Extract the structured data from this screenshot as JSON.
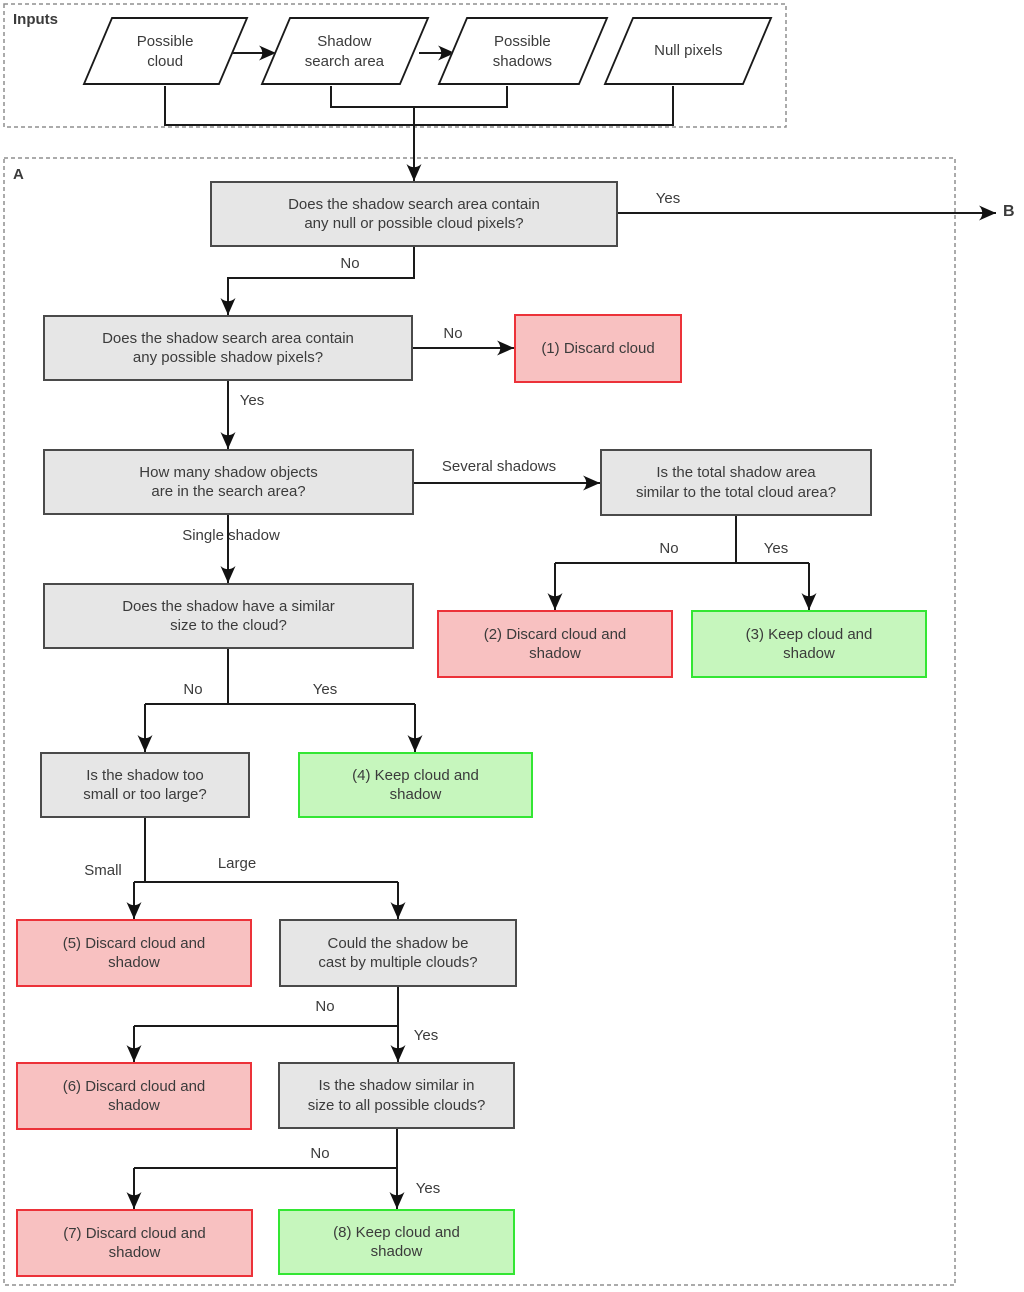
{
  "colors": {
    "decision_fill": "#e6e6e6",
    "decision_border": "#4a4a4a",
    "discard_fill": "#f8c1c1",
    "discard_border": "#ec3239",
    "keep_fill": "#c6f6bd",
    "keep_border": "#33e633",
    "line": "#1a1a1a",
    "dashed_border": "#8f8f8f",
    "text": "#3b3b3b"
  },
  "inputs": {
    "label": "Inputs",
    "items": [
      {
        "text": "Possible\ncloud"
      },
      {
        "text": "Shadow\nsearch area"
      },
      {
        "text": "Possible\nshadows"
      },
      {
        "text": "Null pixels"
      }
    ]
  },
  "section_labels": {
    "a": "A",
    "b": "B"
  },
  "nodes": {
    "d1": {
      "text": "Does the shadow search area contain\nany null or possible cloud pixels?"
    },
    "d2": {
      "text": "Does the shadow search area contain\nany possible shadow pixels?"
    },
    "d3": {
      "text": "How many shadow objects\nare in the search area?"
    },
    "dr1": {
      "text": "Is the total shadow area\nsimilar to the total cloud area?"
    },
    "d4": {
      "text": "Does the shadow have a similar\nsize to the cloud?"
    },
    "d5": {
      "text": "Is the shadow too\nsmall or too large?"
    },
    "d6": {
      "text": "Could the shadow be\ncast by multiple clouds?"
    },
    "d7": {
      "text": "Is the shadow similar in\nsize to all possible clouds?"
    },
    "o1": {
      "text": "(1) Discard cloud"
    },
    "o2": {
      "text": "(2) Discard cloud and\nshadow"
    },
    "o3": {
      "text": "(3) Keep cloud and\nshadow"
    },
    "o4": {
      "text": "(4) Keep cloud and\nshadow"
    },
    "o5": {
      "text": "(5) Discard cloud and\nshadow"
    },
    "o6": {
      "text": "(6) Discard cloud and\nshadow"
    },
    "o7": {
      "text": "(7) Discard cloud and\nshadow"
    },
    "o8": {
      "text": "(8) Keep cloud and\nshadow"
    }
  },
  "edge_labels": {
    "yes_b": "Yes",
    "no_d1": "No",
    "no_o1": "No",
    "yes_d2": "Yes",
    "several": "Several shadows",
    "single": "Single shadow",
    "no_r1": "No",
    "yes_r1": "Yes",
    "no_d4": "No",
    "yes_d4": "Yes",
    "small": "Small",
    "large": "Large",
    "no_d6": "No",
    "yes_d6": "Yes",
    "no_d7": "No",
    "yes_d7": "Yes"
  }
}
